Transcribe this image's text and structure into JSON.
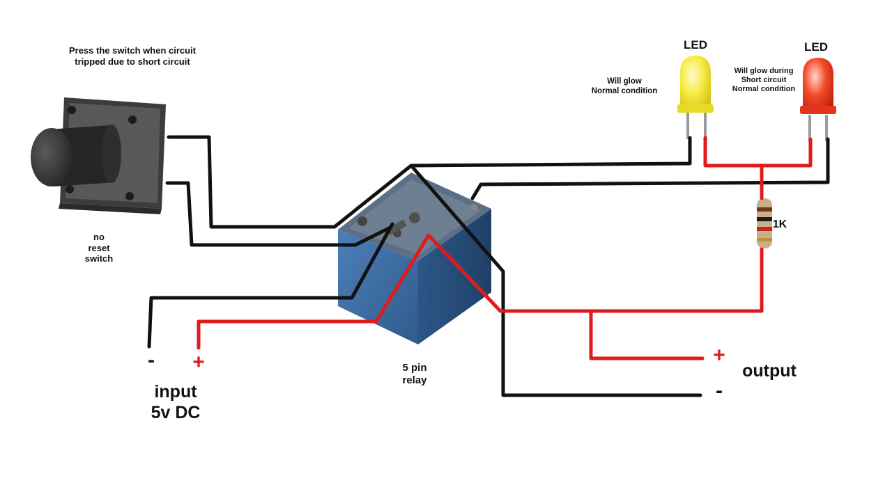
{
  "labels": {
    "switch_note": "Press the switch when circuit\ntripped due to short circuit",
    "switch_name": "no\nreset\nswitch",
    "relay_name": "5 pin\nrelay",
    "input_label": "input\n5v DC",
    "input_minus": "-",
    "input_plus": "+",
    "output_label": "output",
    "output_plus": "+",
    "output_minus": "-",
    "led_yellow_title": "LED",
    "led_yellow_note": "Will glow\nNormal condition",
    "led_red_title": "LED",
    "led_red_note": "Will glow during\nShort circuit\nNormal condition",
    "resistor_value": "1K"
  },
  "colors": {
    "wire_black": "#111111",
    "wire_red": "#e01b1b",
    "relay_body": "#3f6fa6",
    "led_yellow": "#f6ea3a",
    "led_red": "#ef3b22",
    "switch_body": "#4a4a4a"
  },
  "icons": [
    "push-button-switch-icon",
    "relay-icon",
    "yellow-led-icon",
    "red-led-icon",
    "resistor-icon"
  ]
}
